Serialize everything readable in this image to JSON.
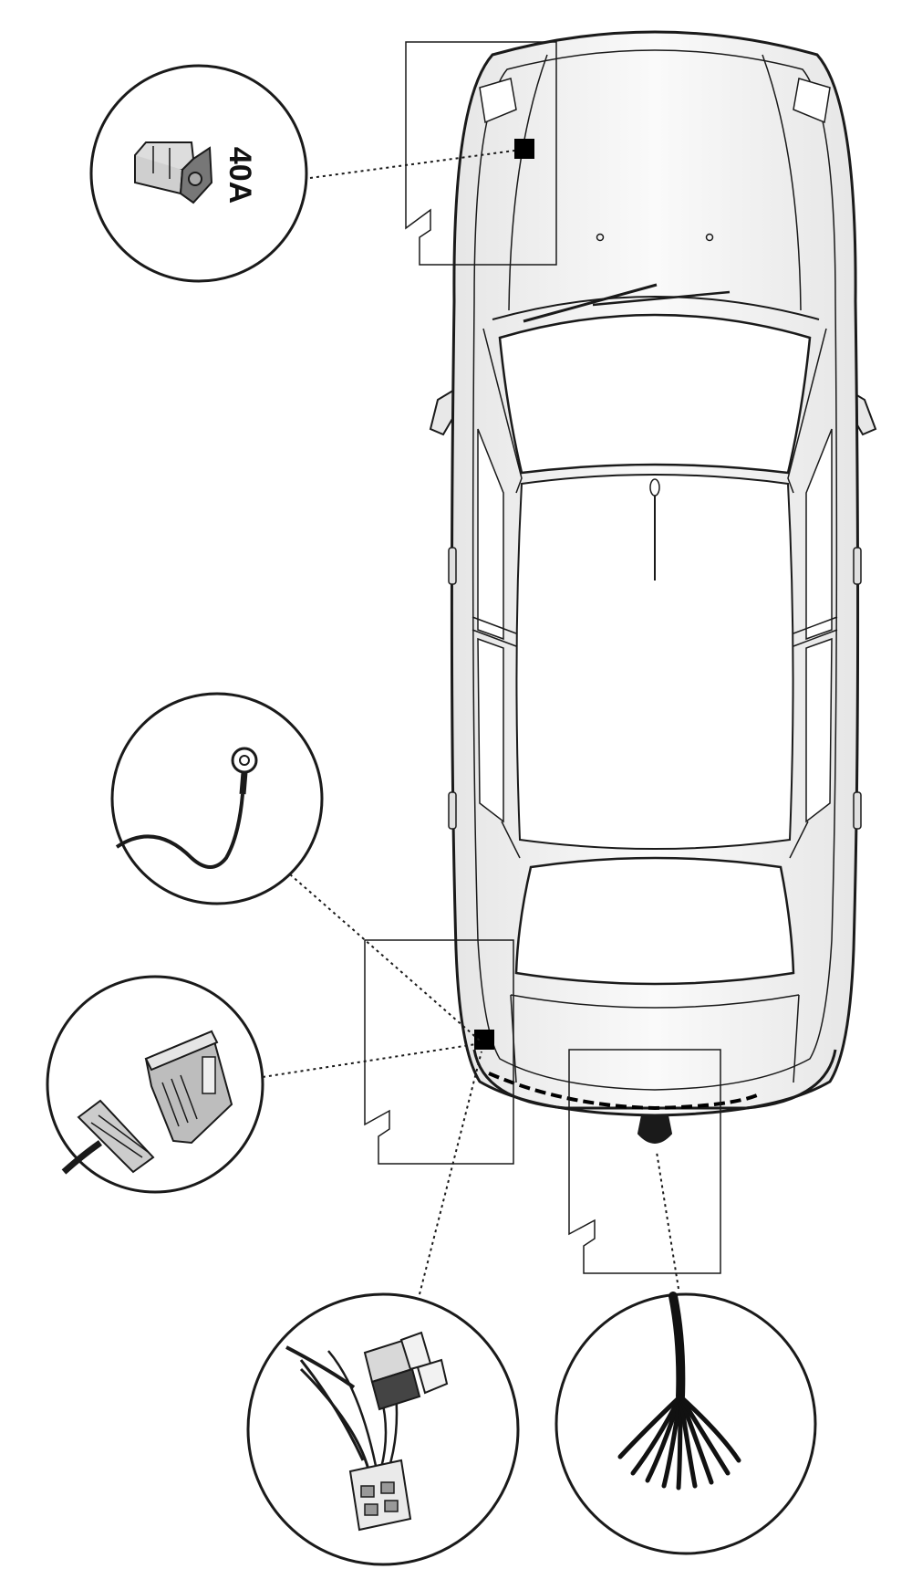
{
  "diagram": {
    "fuse_callout": {
      "label": "40A"
    },
    "callouts": [
      "fuse-40a",
      "ground-ring-terminal",
      "multi-pin-connector",
      "pigtail-connector-harness",
      "loose-wire-bundle"
    ],
    "colors": {
      "line": "#1a1a1a",
      "car_fill": "#f2f2f2",
      "glass": "#ffffff",
      "marker": "#000000"
    }
  }
}
